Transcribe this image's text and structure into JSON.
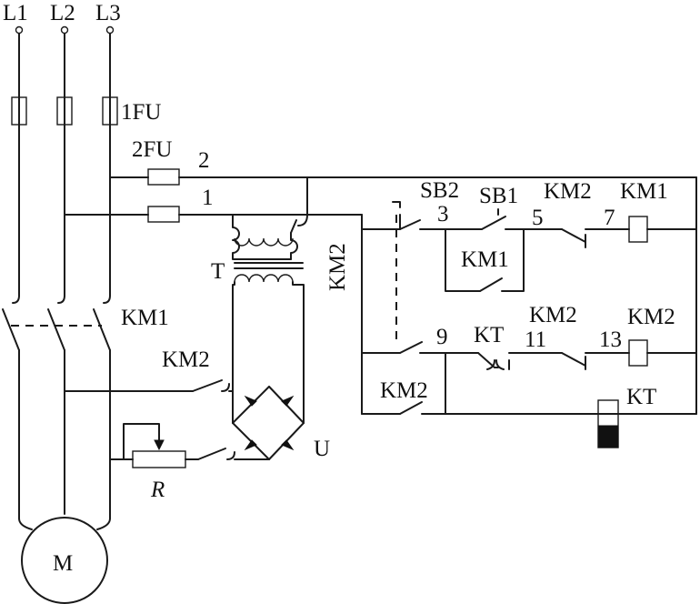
{
  "labels": {
    "l1": "L1",
    "l2": "L2",
    "l3": "L3",
    "fu1": "1FU",
    "fu2": "2FU",
    "n2": "2",
    "n1": "1",
    "t": "T",
    "km2_vert": "KM2",
    "km1_main": "KM1",
    "km2_dc": "KM2",
    "u": "U",
    "r": "R",
    "m": "M",
    "sb2": "SB2",
    "sb1": "SB1",
    "km2_top": "KM2",
    "km1_top": "KM1",
    "n3": "3",
    "n5": "5",
    "n7": "7",
    "km1_aux": "KM1",
    "n9": "9",
    "kt": "KT",
    "km2_mid": "KM2",
    "n11": "11",
    "n13": "13",
    "km2_coil": "KM2",
    "km2_aux": "KM2",
    "kt_coil": "KT"
  }
}
